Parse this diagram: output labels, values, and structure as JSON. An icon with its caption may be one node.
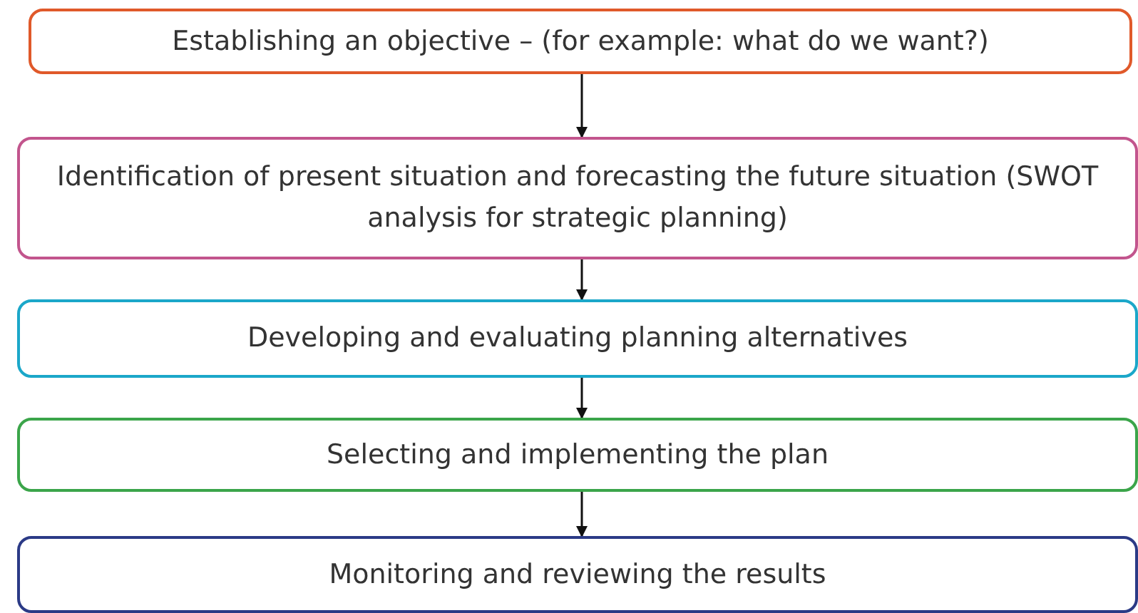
{
  "diagram": {
    "nodes": [
      {
        "text": [
          "Establishing an objective – (for example: what do we want?)"
        ]
      },
      {
        "text": [
          "Identification of present situation and forecasting the future situation (SWOT analysis for strategic planning)"
        ]
      },
      {
        "text": [
          "Developing and evaluating planning alternatives"
        ]
      },
      {
        "text": [
          "Selecting and implementing the plan"
        ]
      },
      {
        "text": [
          "Monitoring and reviewing the results"
        ]
      }
    ],
    "edges": [
      {
        "from": 0,
        "to": 1,
        "arrow": "to"
      },
      {
        "from": 1,
        "to": 2,
        "arrow": "to"
      },
      {
        "from": 2,
        "to": 3,
        "arrow": "to"
      },
      {
        "from": 3,
        "to": 4,
        "arrow": "to"
      }
    ]
  }
}
